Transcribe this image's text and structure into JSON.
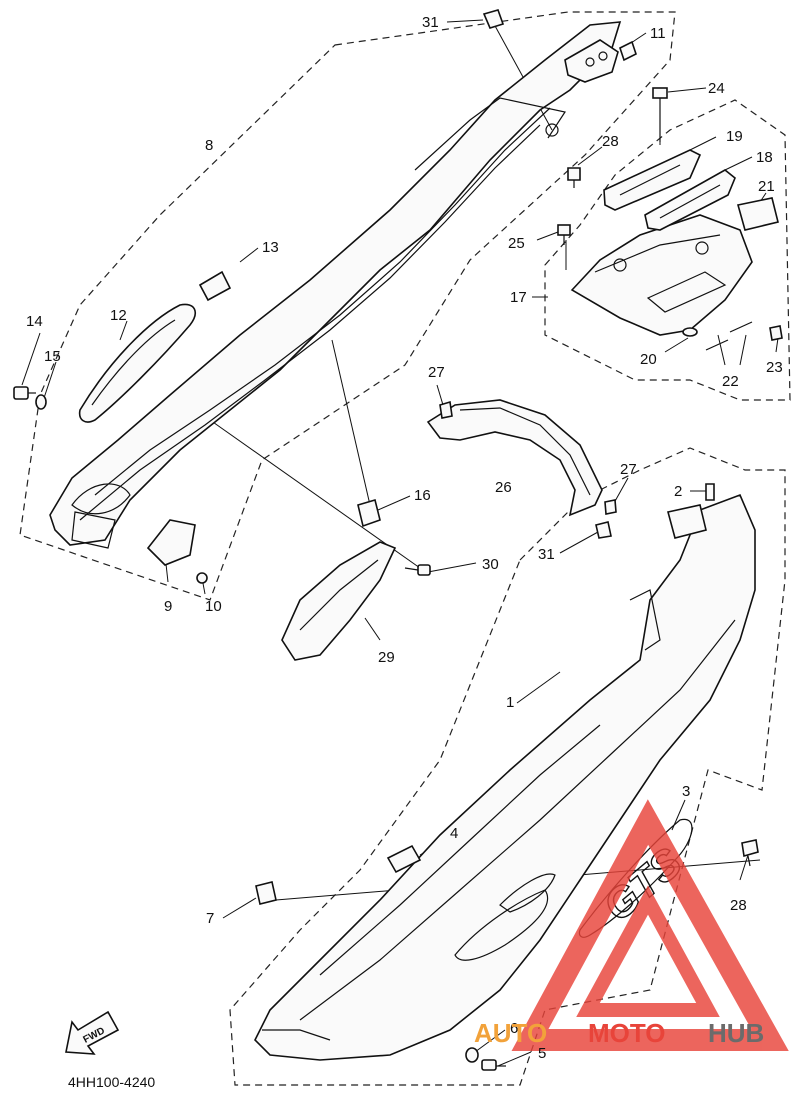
{
  "diagram": {
    "code": "4HH100-4240",
    "fwd_label": "FWD",
    "callouts": {
      "c1": "1",
      "c2": "2",
      "c3": "3",
      "c4": "4",
      "c5": "5",
      "c6": "6",
      "c7": "7",
      "c8": "8",
      "c9": "9",
      "c10": "10",
      "c11": "11",
      "c12": "12",
      "c13": "13",
      "c14": "14",
      "c15": "15",
      "c16": "16",
      "c17": "17",
      "c18": "18",
      "c19": "19",
      "c20": "20",
      "c21": "21",
      "c22": "22",
      "c23": "23",
      "c24": "24",
      "c25": "25",
      "c26": "26",
      "c27a": "27",
      "c27b": "27",
      "c28a": "28",
      "c28b": "28",
      "c29": "29",
      "c30": "30",
      "c31a": "31",
      "c31b": "31"
    },
    "decal_text": "GTS"
  },
  "watermark": {
    "auto": "AUTO",
    "moto": "MOTO",
    "hub": "HUB",
    "colors": {
      "red": "#e8443a",
      "orange": "#f2a23a",
      "gray": "#6b6b6b"
    }
  }
}
